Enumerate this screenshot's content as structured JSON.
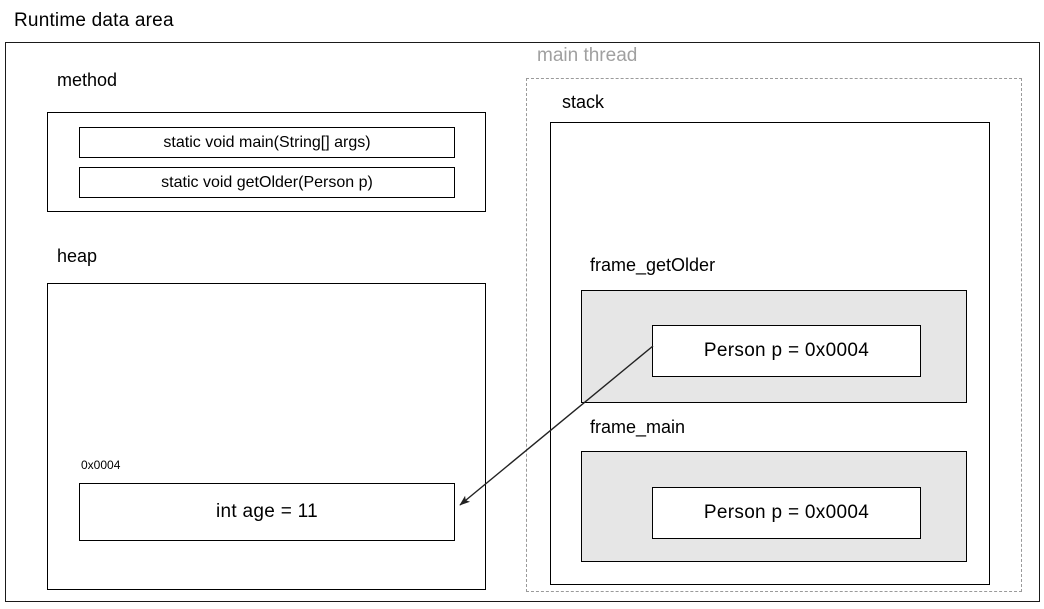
{
  "diagram": {
    "title": "Runtime data area",
    "method_area": {
      "label": "method",
      "entries": [
        "static void main(String[] args)",
        "static void getOlder(Person p)"
      ]
    },
    "heap_area": {
      "label": "heap",
      "objects": [
        {
          "address": "0x0004",
          "content": "int age = 11"
        }
      ]
    },
    "thread": {
      "label": "main thread",
      "label_color": "#a0a0a0",
      "stack": {
        "label": "stack",
        "frames": [
          {
            "label": "frame_getOlder",
            "variable": "Person p = 0x0004"
          },
          {
            "label": "frame_main",
            "variable": "Person p = 0x0004"
          }
        ]
      }
    },
    "arrow": {
      "name": "reference-arrow",
      "from": "frame_getOlder.Person p = 0x0004",
      "to": "heap.0x0004 int age = 11"
    },
    "colors": {
      "frame_fill": "#e6e6e6",
      "border": "#000000",
      "dashed_border": "#9a9a9a",
      "background": "#ffffff"
    }
  }
}
